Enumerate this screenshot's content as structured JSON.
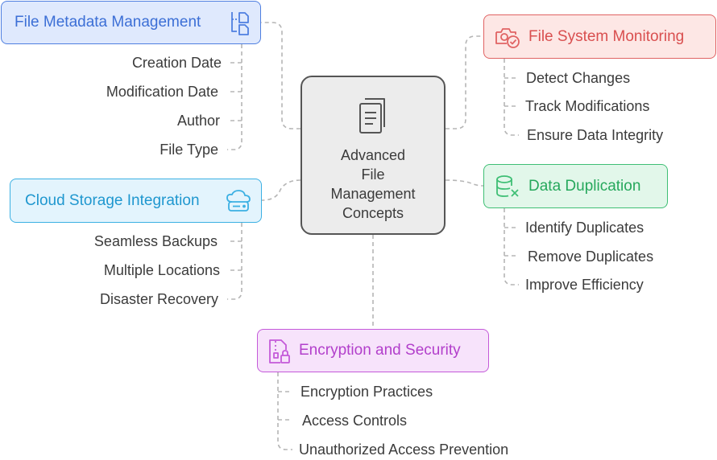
{
  "center": {
    "title": "Advanced\nFile\nManagement\nConcepts",
    "icon": "document-icon"
  },
  "branches": {
    "metadata": {
      "title": "File Metadata Management",
      "icon": "file-tree-icon",
      "color": "#3c6fd6",
      "items": [
        "Creation Date",
        "Modification Date",
        "Author",
        "File Type"
      ]
    },
    "monitoring": {
      "title": "File System Monitoring",
      "icon": "camera-check-icon",
      "color": "#d94f4f",
      "items": [
        "Detect Changes",
        "Track Modifications",
        "Ensure Data Integrity"
      ]
    },
    "cloud": {
      "title": "Cloud Storage Integration",
      "icon": "cloud-drive-icon",
      "color": "#1f97cf",
      "items": [
        "Seamless Backups",
        "Multiple Locations",
        "Disaster Recovery"
      ]
    },
    "dedup": {
      "title": "Data Duplication",
      "icon": "database-x-icon",
      "color": "#26a85c",
      "items": [
        "Identify Duplicates",
        "Remove Duplicates",
        "Improve Efficiency"
      ]
    },
    "encryption": {
      "title": "Encryption and Security",
      "icon": "zip-lock-icon",
      "color": "#b23fcb",
      "items": [
        "Encryption Practices",
        "Access Controls",
        "Unauthorized Access Prevention"
      ]
    }
  }
}
